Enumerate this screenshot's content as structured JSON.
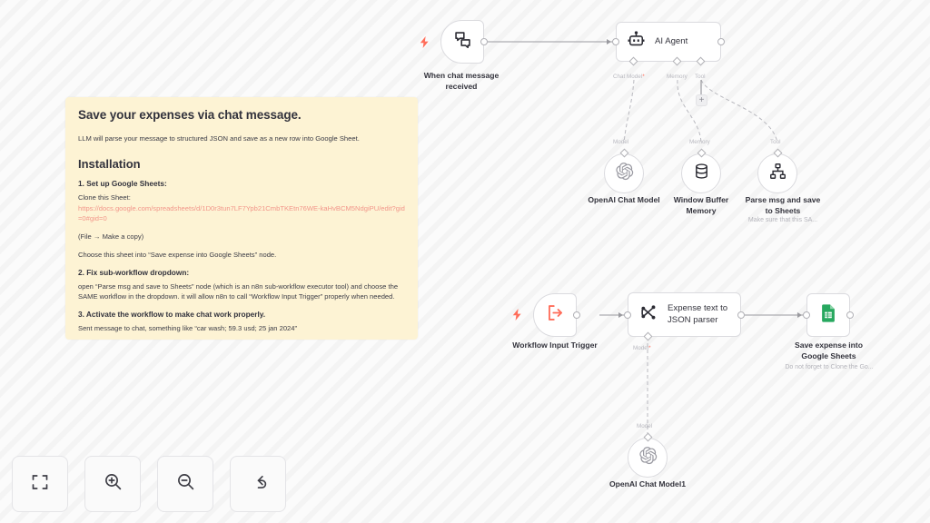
{
  "canvas": {
    "background_color": "#fafafa",
    "stripe_color": "#f4f4f4"
  },
  "sticky_note": {
    "background_color": "#fdf3d4",
    "link_color": "#f2968a",
    "title": "Save your expenses via chat message.",
    "intro": "LLM will parse your message to structured JSON and save as a new row into Google Sheet.",
    "section_heading": "Installation",
    "step1_heading": "1. Set up Google Sheets:",
    "step1_clone": "Clone this Sheet:",
    "step1_link": "https://docs.google.com/spreadsheets/d/1D0r3tun7LF7Ypb21CmbTKEtn76WE-kaHvBCM5NdgiPU/edit?gid=0#gid=0",
    "step1_copy": "(File → Make a copy)",
    "step1_choose": "Choose this sheet into “Save expense into Google Sheets” node.",
    "step2_heading": "2. Fix sub-workflow dropdown:",
    "step2_body": "open “Parse msg and save to Sheets” node (which is an n8n sub-workflow executor tool) and choose the SAME workflow in the dropdown. it will allow n8n to call “Workflow Input Trigger” properly when needed.",
    "step3_heading": "3. Activate the workflow to make chat work properly.",
    "step3_body": "Sent message to chat, something like “car wash; 59.3 usd; 25 jan 2024”"
  },
  "nodes": {
    "chat_trigger": {
      "label": "When chat message\nreceived",
      "icon": "chat-bubbles-icon",
      "trigger_color": "#ff6d5a"
    },
    "ai_agent": {
      "title": "AI Agent",
      "icon": "robot-icon",
      "ports": [
        {
          "name": "Chat Model",
          "required": true
        },
        {
          "name": "Memory",
          "required": false
        },
        {
          "name": "Tool",
          "required": false
        }
      ]
    },
    "openai_chat_model": {
      "label": "OpenAI Chat Model",
      "port_label": "Model",
      "icon": "openai-icon"
    },
    "window_buffer_memory": {
      "label": "Window Buffer\nMemory",
      "port_label": "Memory",
      "icon": "database-icon"
    },
    "parse_msg_tool": {
      "label": "Parse msg and save\nto Sheets",
      "sublabel": "Make sure that this SA...",
      "port_label": "Tool",
      "icon": "sitemap-icon"
    },
    "workflow_input_trigger": {
      "label": "Workflow Input Trigger",
      "icon": "arrow-into-bracket-icon",
      "trigger_color": "#ff6d5a"
    },
    "expense_parser": {
      "title": "Expense text to\nJSON parser",
      "icon": "chain-nodes-icon",
      "port": {
        "name": "Model",
        "required": true
      }
    },
    "google_sheets": {
      "label": "Save expense into\nGoogle Sheets",
      "sublabel": "Do not forget to Clone the Go...",
      "icon": "google-sheets-icon",
      "icon_color": "#27a85f"
    },
    "openai_chat_model_1": {
      "label": "OpenAI Chat Model1",
      "port_label": "Model",
      "icon": "openai-icon"
    }
  },
  "toolbar": {
    "buttons": [
      {
        "name": "zoom-to-fit",
        "icon": "fit-frame-icon"
      },
      {
        "name": "zoom-in",
        "icon": "magnifier-plus-icon"
      },
      {
        "name": "zoom-out",
        "icon": "magnifier-minus-icon"
      },
      {
        "name": "reset-zoom",
        "icon": "undo-arrow-icon"
      }
    ]
  }
}
